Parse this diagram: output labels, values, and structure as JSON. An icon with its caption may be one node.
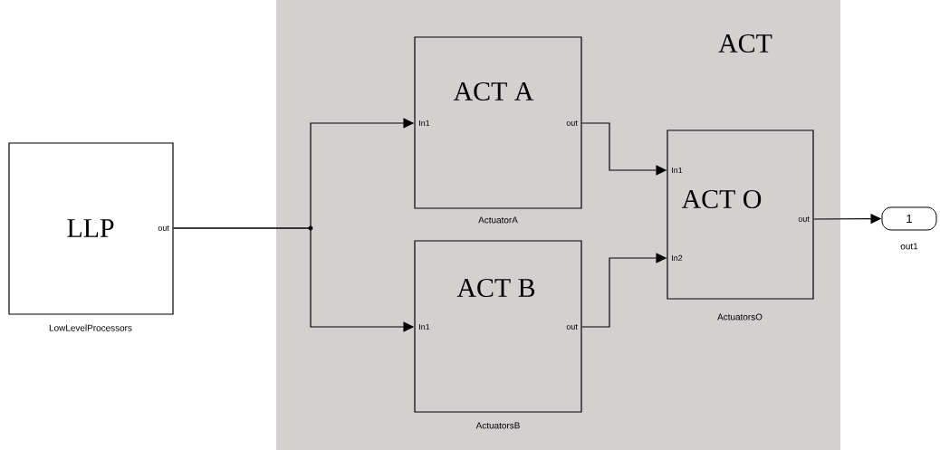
{
  "diagram": {
    "nodes": [
      {
        "text": [
          "LLP",
          "out"
        ],
        "beside": [
          "LowLevelProcessors"
        ]
      },
      {
        "text": [
          "ACT"
        ]
      },
      {
        "text": [
          "ACT A",
          "In1",
          "out"
        ],
        "beside": [
          "ActuatorA"
        ],
        "in": 1
      },
      {
        "text": [
          "ACT B",
          "In1",
          "out"
        ],
        "beside": [
          "ActuatorsB"
        ],
        "in": 1
      },
      {
        "text": [
          "In1",
          "ACT O",
          "In2",
          "out"
        ],
        "beside": [
          "ActuatorsO"
        ],
        "in": 1
      },
      {
        "text": [
          "1"
        ],
        "beside": [
          "out1"
        ]
      }
    ],
    "edges": [
      {
        "from": 0,
        "to": 2,
        "arrow": "to"
      },
      {
        "from": 0,
        "to": 3,
        "arrow": "to"
      },
      {
        "from": 2,
        "to": 4,
        "arrow": "to"
      },
      {
        "from": 3,
        "to": 4,
        "arrow": "to"
      },
      {
        "from": 4,
        "to": 5,
        "arrow": "to"
      }
    ]
  }
}
